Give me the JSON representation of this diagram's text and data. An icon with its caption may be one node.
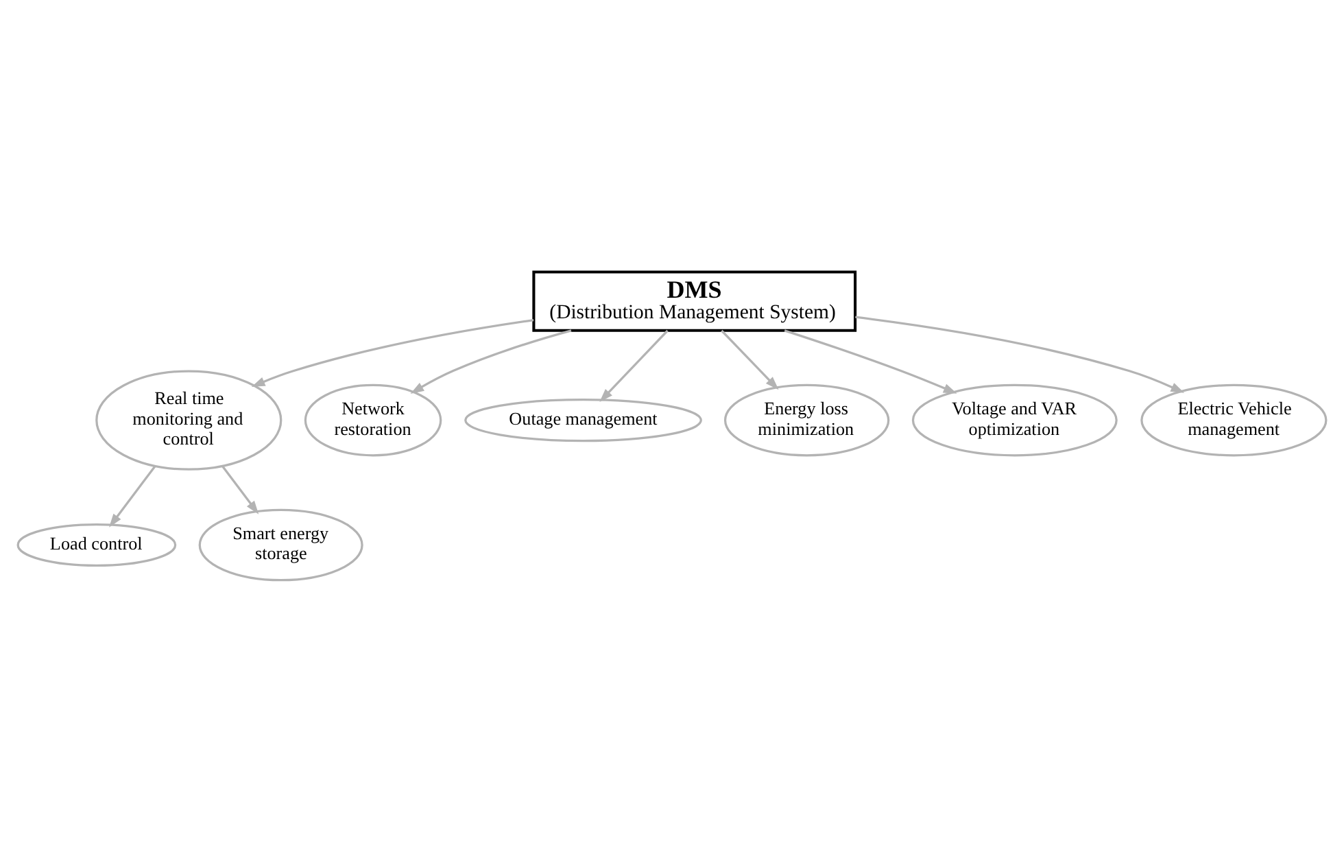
{
  "diagram": {
    "nodes": [
      {
        "text": [
          "DMS",
          "(Distribution Management System)"
        ]
      },
      {
        "text": [
          "Real time monitoring and control"
        ]
      },
      {
        "text": [
          "Network restoration"
        ]
      },
      {
        "text": [
          "Load control"
        ]
      },
      {
        "text": [
          "Outage management"
        ]
      },
      {
        "text": [
          "Energy loss minimization"
        ]
      },
      {
        "text": [
          "Smart energy storage"
        ]
      },
      {
        "text": [
          "Voltage and VAR optimization"
        ]
      },
      {
        "text": [
          "Electric Vehicle management"
        ]
      }
    ],
    "edges": [
      {
        "from": 0,
        "to": 1,
        "arrow": "to"
      },
      {
        "from": 0,
        "to": 2,
        "arrow": "to"
      },
      {
        "from": 1,
        "to": 3,
        "arrow": "to"
      },
      {
        "from": 0,
        "to": 4,
        "arrow": "to"
      },
      {
        "from": 0,
        "to": 5,
        "arrow": "to"
      },
      {
        "from": 1,
        "to": 6,
        "arrow": "to"
      },
      {
        "from": 0,
        "to": 7,
        "arrow": "to"
      },
      {
        "from": 0,
        "to": 8,
        "arrow": "to"
      }
    ]
  }
}
